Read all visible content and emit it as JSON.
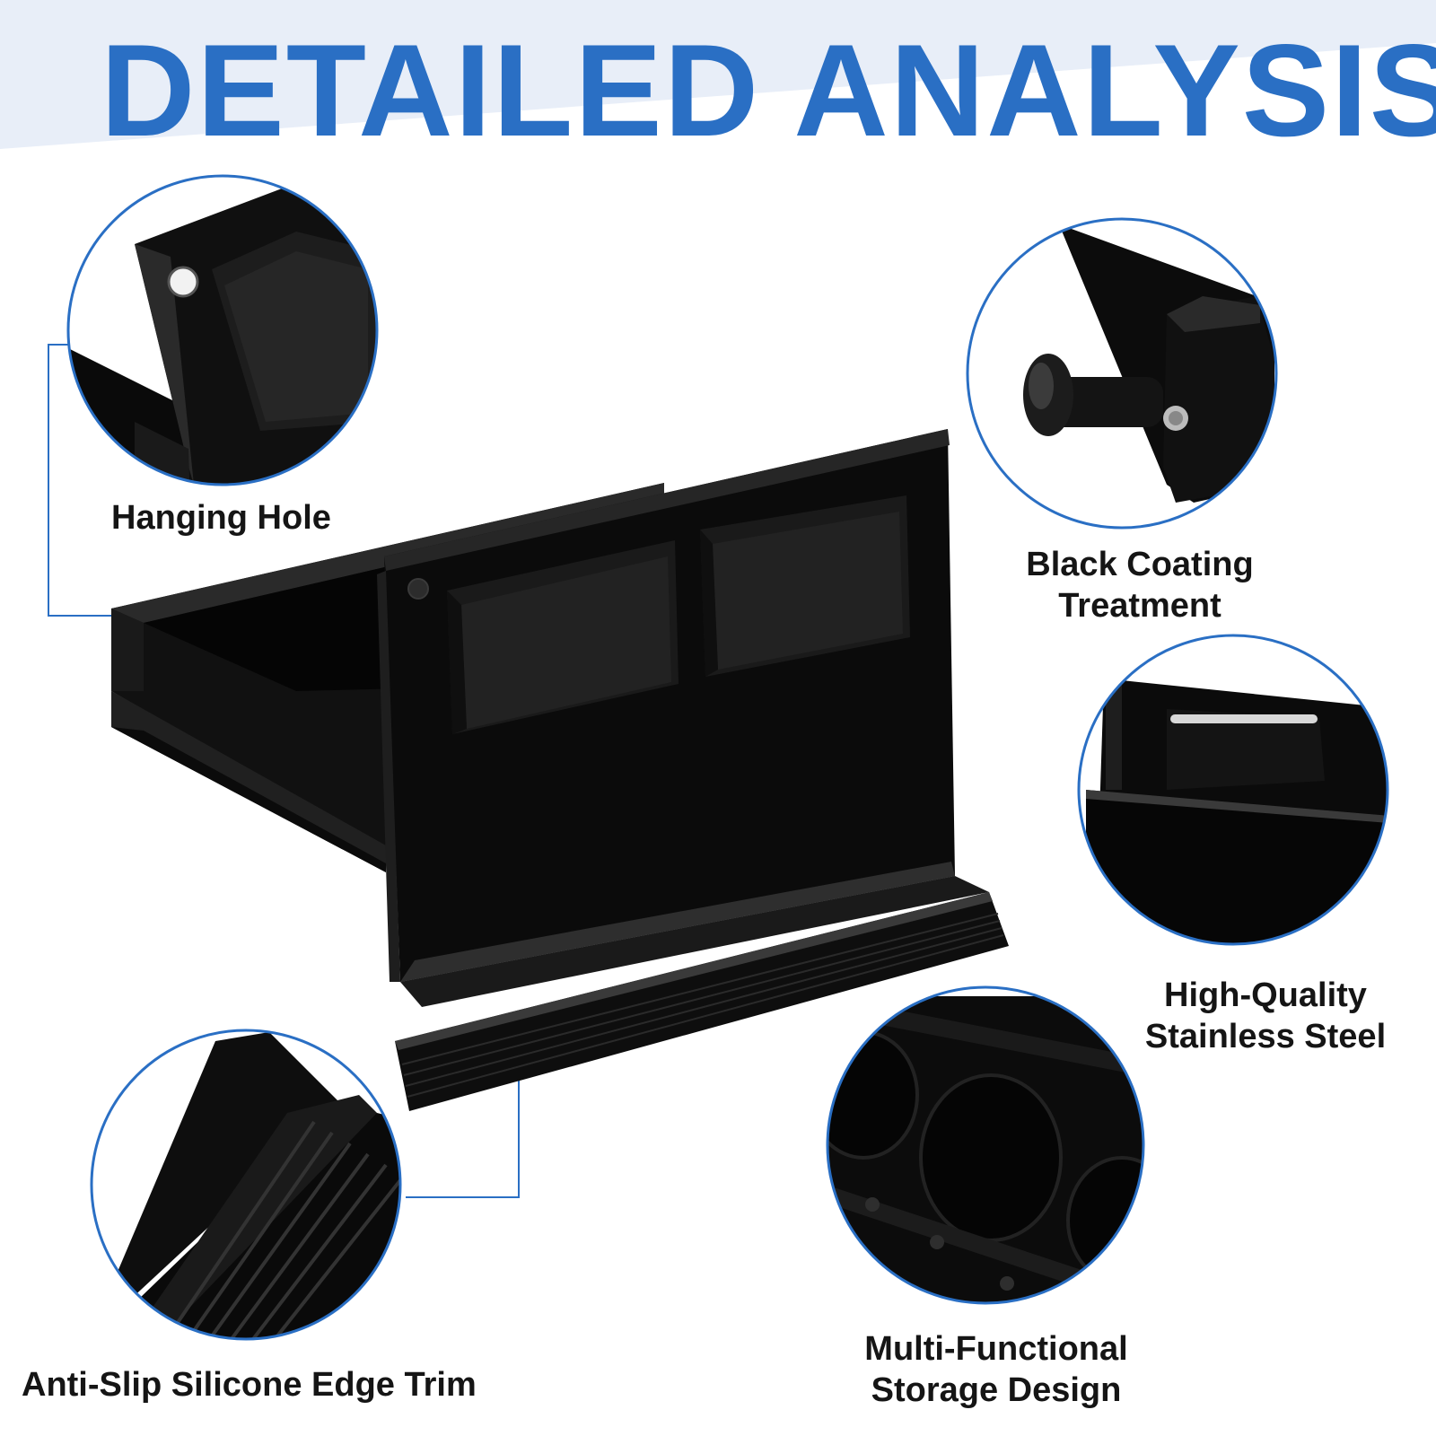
{
  "header": {
    "title": "DETAILED ANALYSIS",
    "title_color": "#2a6fc4",
    "band_color": "#e8eef8"
  },
  "features": {
    "hanging_hole": "Hanging Hole",
    "coating_line1": "Black Coating",
    "coating_line2": "Treatment",
    "steel_line1": "High-Quality",
    "steel_line2": "Stainless Steel",
    "antislip": "Anti-Slip Silicone Edge Trim",
    "storage_line1": "Multi-Functional",
    "storage_line2": "Storage Design"
  },
  "colors": {
    "ring": "#2a6fc4",
    "product": "#0e0e0e",
    "pad": "#1c1c1c"
  }
}
